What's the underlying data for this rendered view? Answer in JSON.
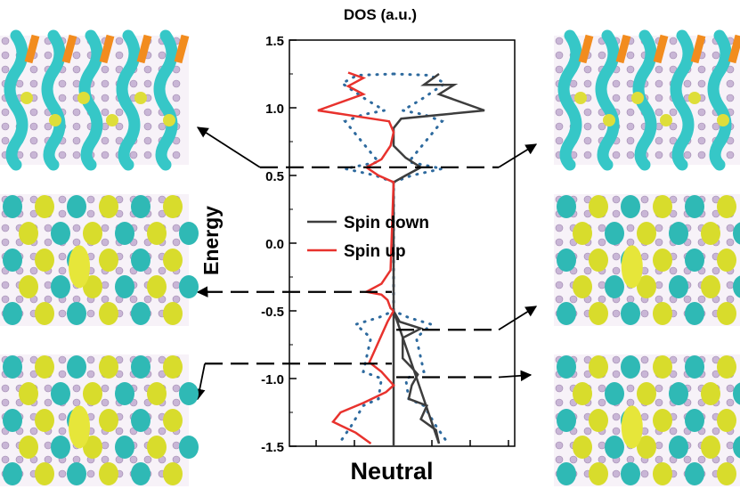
{
  "chart_data": {
    "type": "line",
    "title": "DOS (a.u.)",
    "xlabel": "Neutral",
    "ylabel": "Energy",
    "ylim": [
      -1.5,
      1.5
    ],
    "y_ticks": [
      "1.5",
      "1.0",
      "0.5",
      "0.0",
      "-0.5",
      "-1.0",
      "-1.5"
    ],
    "grid": false,
    "legend_position": "center",
    "series": [
      {
        "name": "Spin down",
        "color": "#3d3d3d",
        "points": [
          [
            0.0,
            -1.5
          ],
          [
            0.0,
            -0.5
          ],
          [
            0.04,
            -0.58
          ],
          [
            0.18,
            -0.63
          ],
          [
            0.06,
            -0.7
          ],
          [
            0.06,
            -0.85
          ],
          [
            0.12,
            -0.92
          ],
          [
            0.16,
            -0.97
          ],
          [
            0.12,
            -1.05
          ],
          [
            0.1,
            -1.15
          ],
          [
            0.22,
            -1.2
          ],
          [
            0.18,
            -1.3
          ],
          [
            0.28,
            -1.38
          ],
          [
            0.3,
            -1.48
          ],
          [
            0.0,
            -0.5
          ],
          [
            0.0,
            0.45
          ],
          [
            0.08,
            0.5
          ],
          [
            0.18,
            0.56
          ],
          [
            0.08,
            0.63
          ],
          [
            0.0,
            0.72
          ],
          [
            0.0,
            0.85
          ],
          [
            0.05,
            0.92
          ],
          [
            0.6,
            0.98
          ],
          [
            0.3,
            1.1
          ],
          [
            0.4,
            1.17
          ],
          [
            0.2,
            1.17
          ],
          [
            0.3,
            1.25
          ]
        ]
      },
      {
        "name": "Spin up",
        "color": "#e8322d",
        "points": [
          [
            0.0,
            -0.5
          ],
          [
            -0.02,
            -0.48
          ],
          [
            -0.04,
            -0.42
          ],
          [
            -0.08,
            -0.38
          ],
          [
            -0.18,
            -0.36
          ],
          [
            -0.08,
            -0.3
          ],
          [
            -0.02,
            -0.2
          ],
          [
            0.0,
            0.45
          ],
          [
            -0.1,
            0.5
          ],
          [
            -0.18,
            0.56
          ],
          [
            -0.08,
            0.62
          ],
          [
            -0.02,
            0.72
          ],
          [
            0.0,
            0.82
          ],
          [
            -0.03,
            0.9
          ],
          [
            -0.5,
            0.98
          ],
          [
            -0.2,
            1.1
          ],
          [
            -0.3,
            1.16
          ],
          [
            -0.2,
            1.22
          ],
          [
            -0.3,
            1.26
          ]
        ],
        "points_low": [
          [
            0.0,
            -0.5
          ],
          [
            -0.04,
            -0.58
          ],
          [
            -0.08,
            -0.68
          ],
          [
            -0.12,
            -0.78
          ],
          [
            -0.16,
            -0.88
          ],
          [
            -0.08,
            -0.95
          ],
          [
            0.0,
            -1.05
          ],
          [
            -0.05,
            -1.1
          ],
          [
            -0.2,
            -1.18
          ],
          [
            -0.35,
            -1.25
          ],
          [
            -0.4,
            -1.32
          ],
          [
            -0.25,
            -1.4
          ],
          [
            -0.15,
            -1.48
          ]
        ]
      },
      {
        "name": "",
        "color": "#2e6a9e",
        "style": "dotted",
        "points": [
          [
            0.0,
            1.25
          ],
          [
            0.24,
            1.24
          ],
          [
            0.34,
            1.18
          ],
          [
            0.18,
            1.06
          ],
          [
            0.06,
            0.98
          ],
          [
            0.2,
            0.95
          ],
          [
            0.32,
            0.9
          ],
          [
            0.1,
            0.6
          ],
          [
            0.32,
            0.55
          ],
          [
            0.12,
            0.5
          ],
          [
            0.0,
            0.45
          ],
          [
            0.0,
            -0.5
          ],
          [
            0.1,
            -0.55
          ],
          [
            0.25,
            -0.6
          ],
          [
            0.15,
            -0.7
          ],
          [
            0.18,
            -0.85
          ],
          [
            0.2,
            -0.95
          ],
          [
            0.08,
            -1.0
          ],
          [
            0.1,
            -1.15
          ],
          [
            0.2,
            -1.2
          ],
          [
            0.28,
            -1.35
          ],
          [
            0.36,
            -1.48
          ]
        ],
        "points_mirror": [
          [
            0.0,
            1.25
          ],
          [
            -0.24,
            1.24
          ],
          [
            -0.34,
            1.18
          ],
          [
            -0.18,
            1.06
          ],
          [
            -0.06,
            0.98
          ],
          [
            -0.2,
            0.95
          ],
          [
            -0.32,
            0.9
          ],
          [
            -0.1,
            0.6
          ],
          [
            -0.32,
            0.55
          ],
          [
            -0.12,
            0.5
          ],
          [
            0.0,
            0.45
          ],
          [
            0.0,
            -0.5
          ],
          [
            -0.1,
            -0.55
          ],
          [
            -0.25,
            -0.6
          ],
          [
            -0.15,
            -0.7
          ],
          [
            -0.18,
            -0.85
          ],
          [
            -0.2,
            -0.95
          ],
          [
            -0.08,
            -1.0
          ],
          [
            -0.1,
            -1.15
          ],
          [
            -0.2,
            -1.2
          ],
          [
            -0.28,
            -1.35
          ],
          [
            -0.36,
            -1.48
          ]
        ]
      }
    ],
    "markers": [
      {
        "energy": 0.56,
        "side": "both"
      },
      {
        "energy": -0.36,
        "side": "left"
      },
      {
        "energy": -0.64,
        "side": "right"
      },
      {
        "energy": -0.89,
        "side": "left"
      },
      {
        "energy": -0.99,
        "side": "right"
      }
    ],
    "panels": [
      {
        "id": "top-left",
        "style": "stripes"
      },
      {
        "id": "mid-left",
        "style": "lattice"
      },
      {
        "id": "bottom-left",
        "style": "lattice"
      },
      {
        "id": "top-right",
        "style": "stripes"
      },
      {
        "id": "mid-right",
        "style": "lattice"
      },
      {
        "id": "bottom-right",
        "style": "lattice"
      }
    ]
  }
}
